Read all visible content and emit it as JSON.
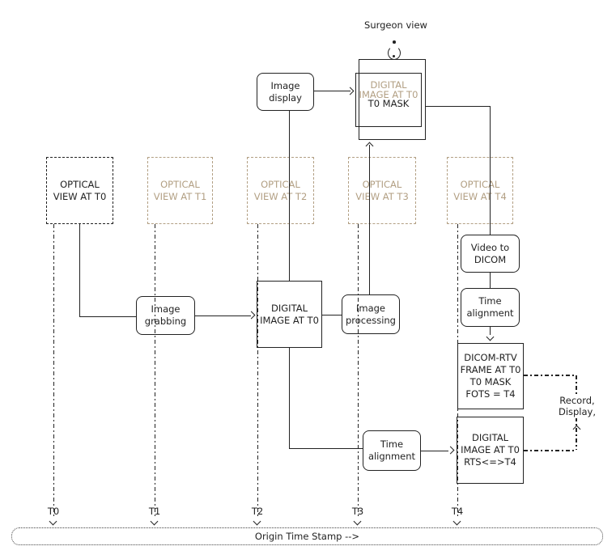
{
  "title": "Surgeon view",
  "colors": {
    "line": "#222222",
    "tan": "#b29f83"
  },
  "icons": {
    "surgeon_eye": "eye-icon"
  },
  "nodes": {
    "mask": {
      "line1": "DIGITAL",
      "line2": "IMAGE AT T0",
      "line3": "T0 MASK"
    },
    "image_display": "Image\ndisplay",
    "optical_views": [
      {
        "label": "OPTICAL\nVIEW AT T0"
      },
      {
        "label": "OPTICAL\nVIEW AT T1"
      },
      {
        "label": "OPTICAL\nVIEW AT T2"
      },
      {
        "label": "OPTICAL\nVIEW AT T3"
      },
      {
        "label": "OPTICAL\nVIEW AT T4"
      }
    ],
    "video_to_dicom": "Video to\nDICOM",
    "time_alignment_right": "Time\nalignment",
    "image_grabbing": "Image\ngrabbing",
    "digital_image_t0": "DIGITAL\nIMAGE AT T0",
    "image_processing": "Image\nprocessing",
    "dicom_rtv": "DICOM-RTV\nFRAME AT T0\nT0 MASK\nFOTS = T4",
    "time_alignment_bottom": "Time\nalignment",
    "digital_image_rts": "DIGITAL\nIMAGE AT T0\nRTS<=>T4",
    "record_display": "Record,\nDisplay,"
  },
  "timeline": {
    "ticks": [
      "T0",
      "T1",
      "T2",
      "T3",
      "T4"
    ],
    "origin_label": "Origin Time Stamp -->"
  }
}
